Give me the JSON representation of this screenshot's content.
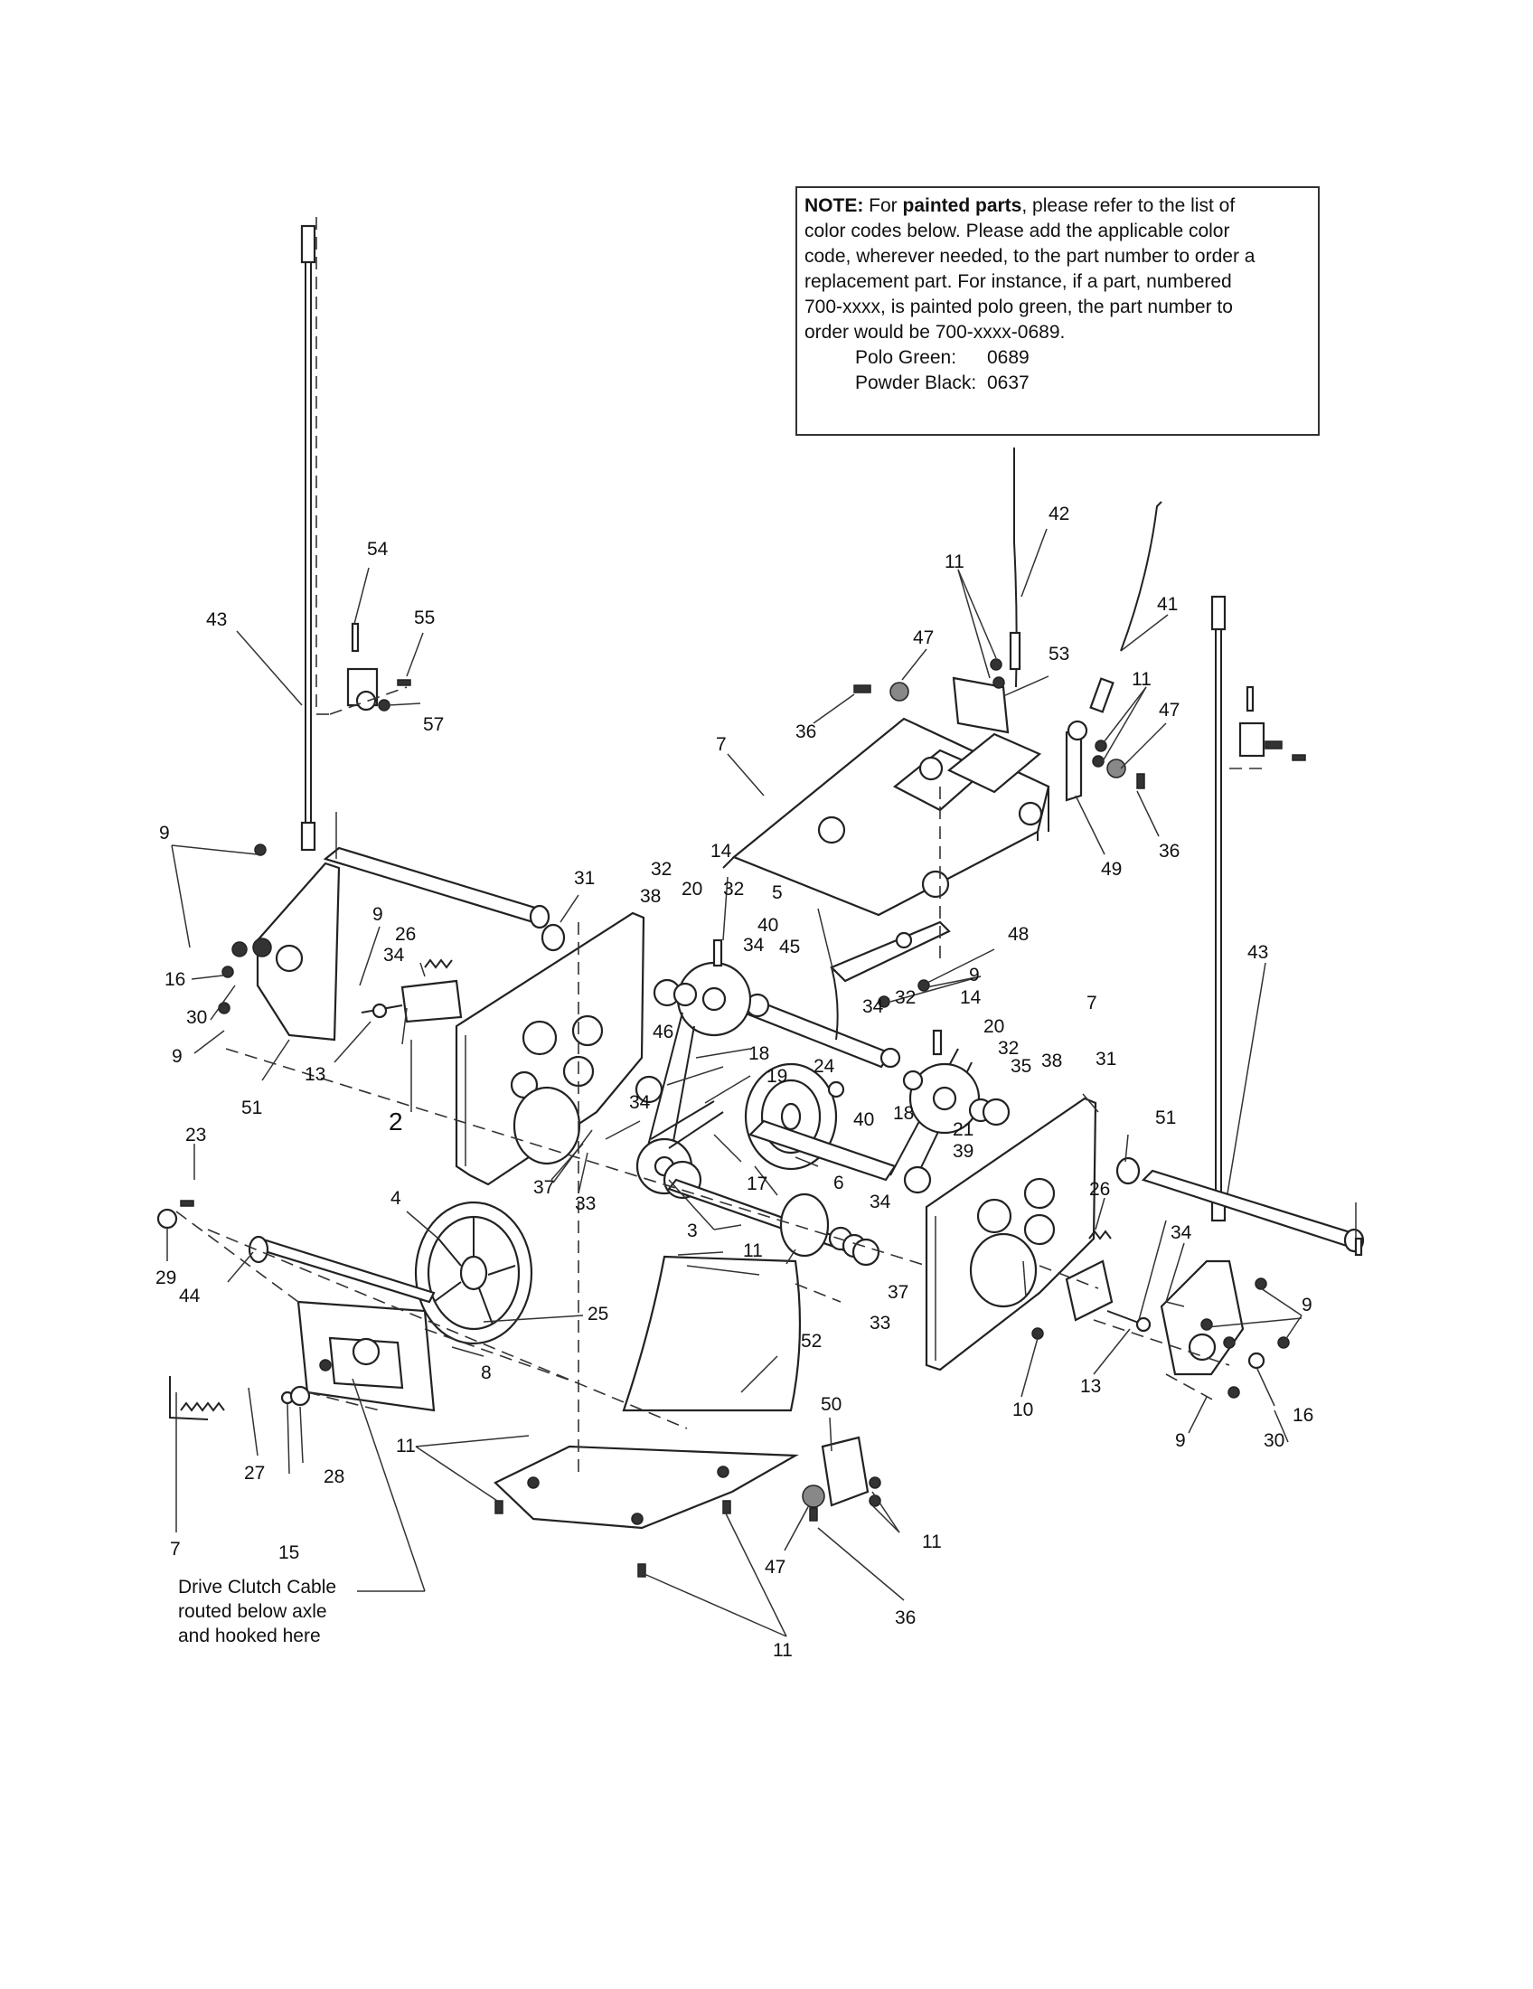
{
  "note": {
    "prefix": "NOTE:",
    "line1_a": " For ",
    "line1_bold": "painted parts",
    "line1_b": ", please refer to the list of",
    "line2": "color codes below. Please add the applicable color",
    "line3": "code, wherever needed, to the part number to order a",
    "line4": "replacement part. For instance, if a part, numbered",
    "line5": "700-xxxx, is painted polo green, the part number to",
    "line6": "order would be 700-xxxx-0689.",
    "codes": [
      {
        "name": "Polo Green:",
        "code": "0689"
      },
      {
        "name": "Powder Black:",
        "code": "0637"
      }
    ]
  },
  "caption": {
    "line1": "Drive Clutch Cable",
    "line2": "routed below axle",
    "line3": "and hooked here"
  },
  "labels": [
    "54",
    "43",
    "55",
    "57",
    "9",
    "16",
    "30",
    "9",
    "51",
    "13",
    "26",
    "34",
    "9",
    "2",
    "31",
    "32",
    "38",
    "20",
    "32",
    "14",
    "5",
    "40",
    "34",
    "45",
    "46",
    "18",
    "19",
    "24",
    "34",
    "37",
    "33",
    "3",
    "17",
    "6",
    "4",
    "23",
    "29",
    "44",
    "8",
    "25",
    "27",
    "7",
    "15",
    "28",
    "11",
    "11",
    "11",
    "52",
    "50",
    "47",
    "11",
    "36",
    "11",
    "42",
    "11",
    "47",
    "36",
    "53",
    "7",
    "41",
    "11",
    "47",
    "49",
    "36",
    "48",
    "9",
    "43",
    "14",
    "32",
    "20",
    "34",
    "40",
    "18",
    "32",
    "35",
    "38",
    "7",
    "31",
    "21",
    "39",
    "34",
    "37",
    "33",
    "51",
    "26",
    "34",
    "9",
    "10",
    "13",
    "16",
    "9",
    "30"
  ]
}
